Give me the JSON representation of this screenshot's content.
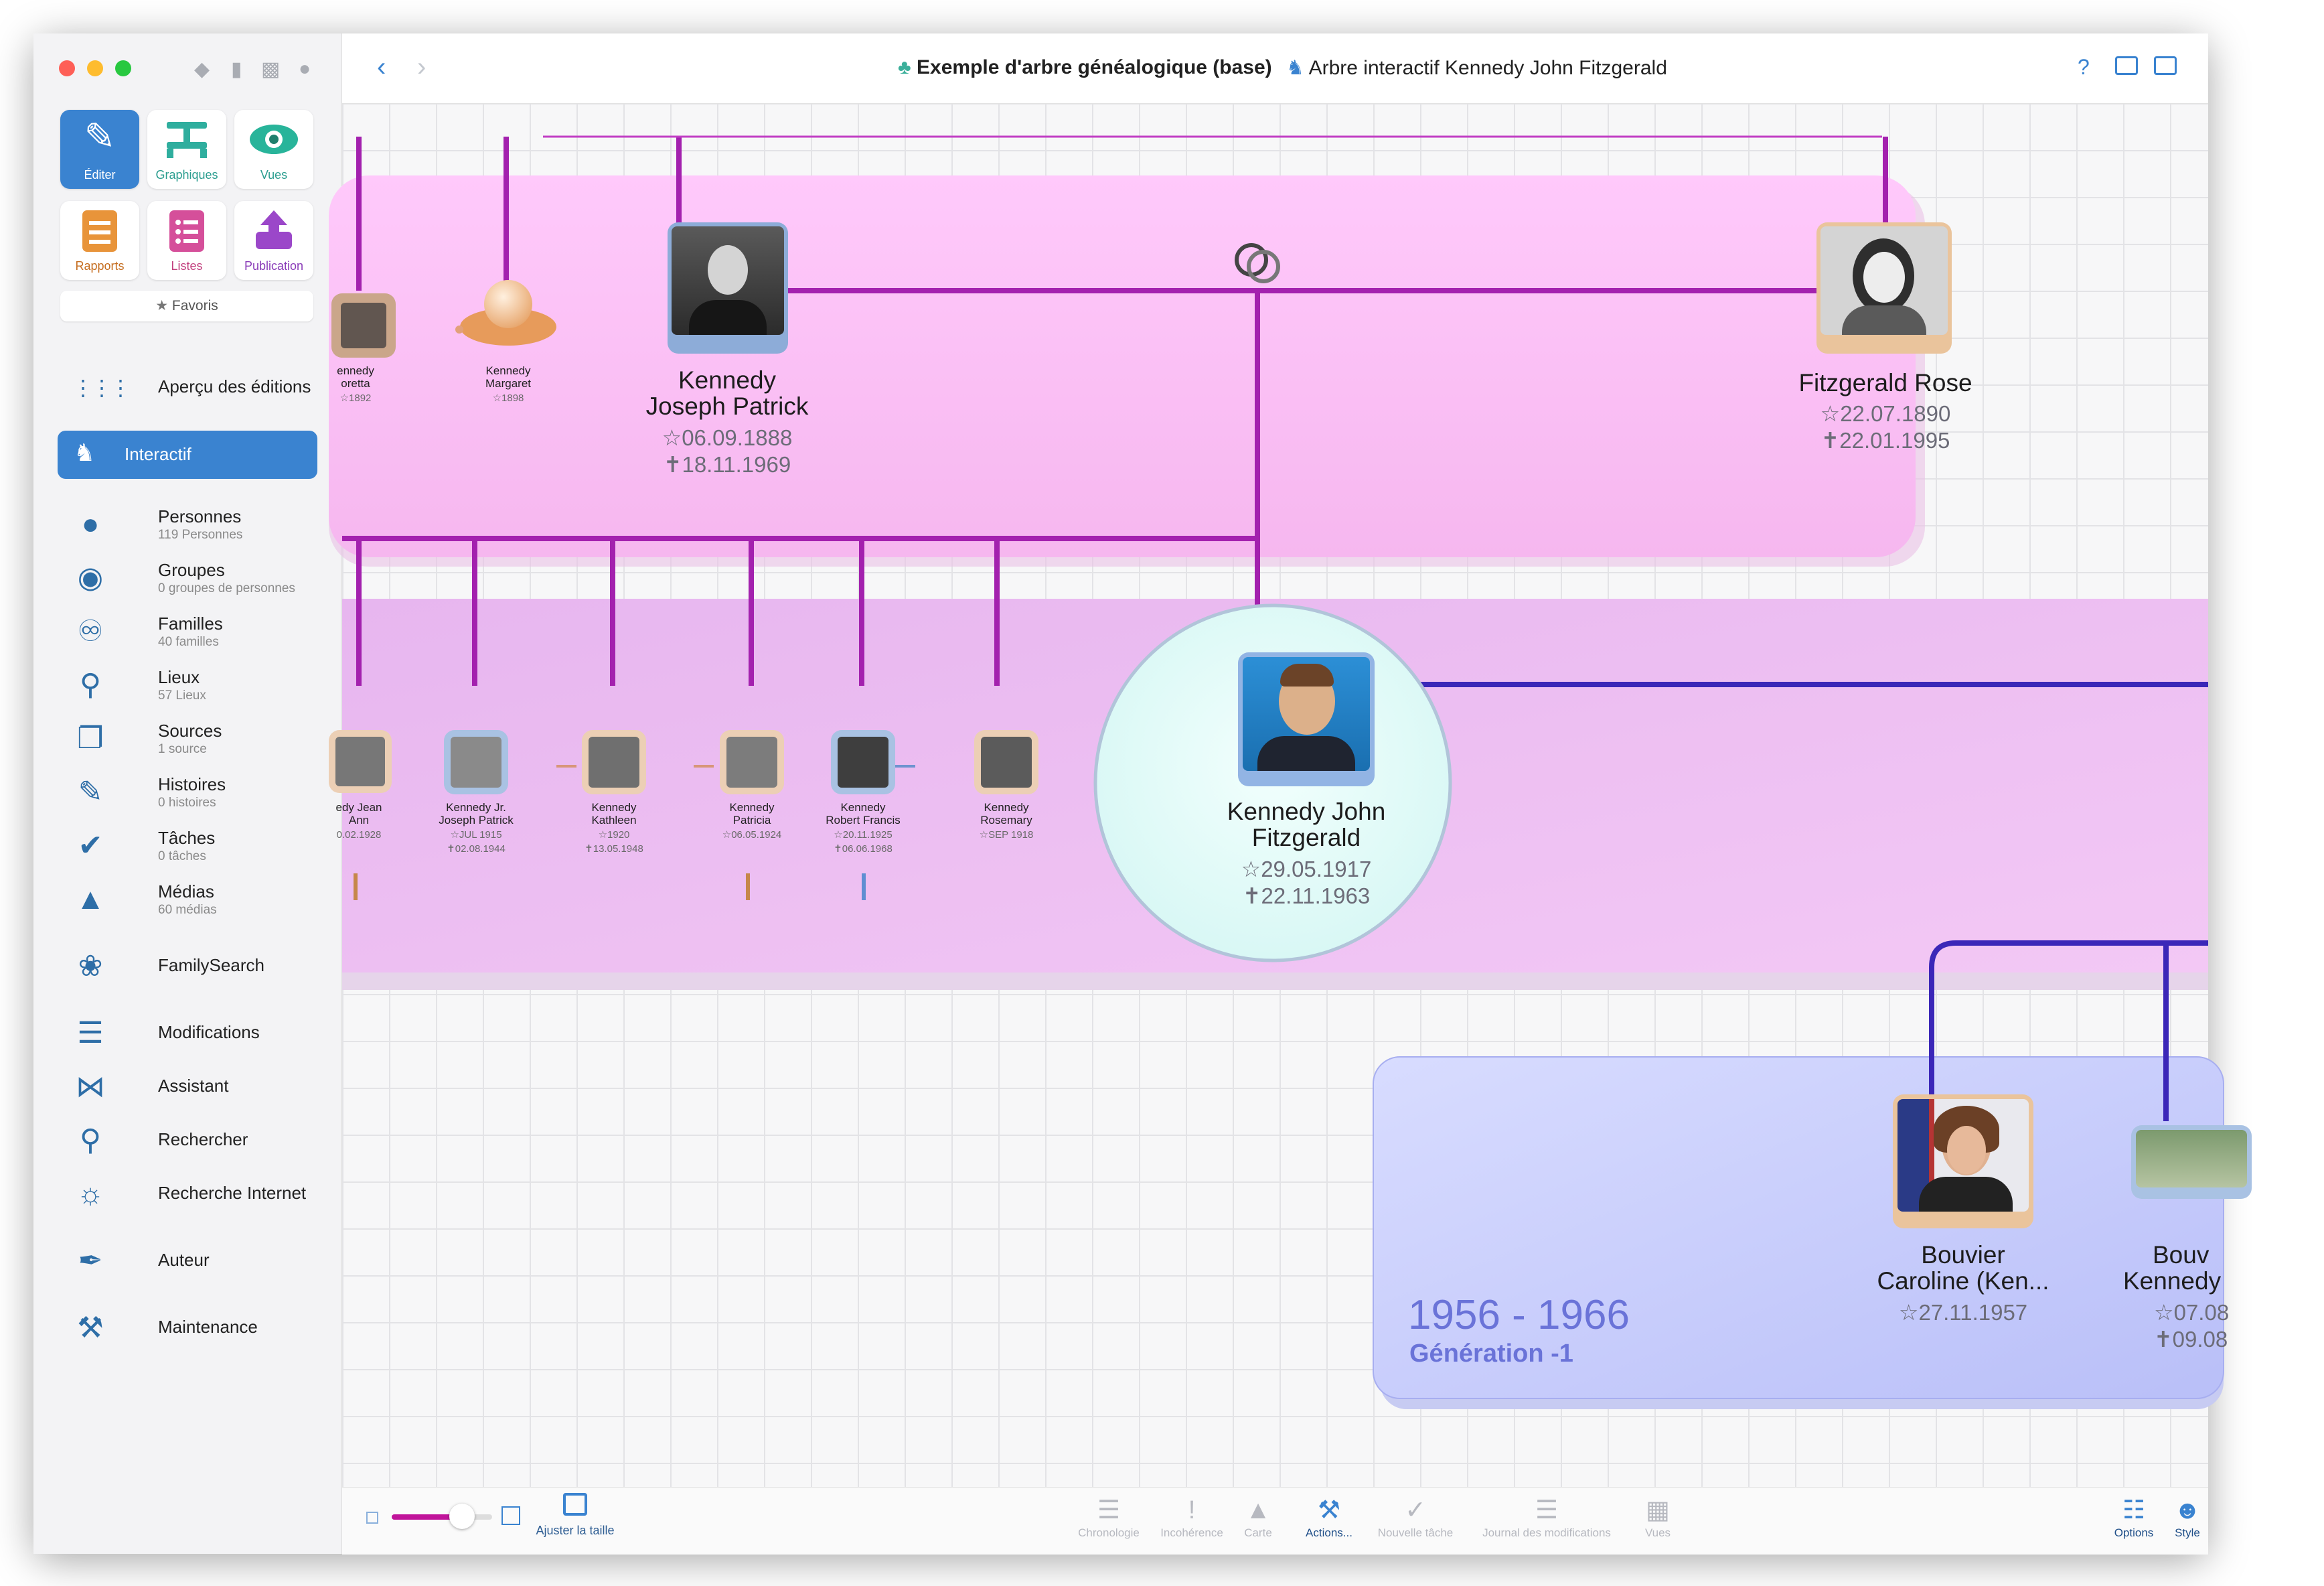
{
  "window": {
    "title": "Exemple d'arbre généalogique (base)",
    "subtitle": "Arbre interactif Kennedy John Fitzgerald",
    "toolbar_icons": [
      "tag-icon",
      "bookmark-icon",
      "car-icon",
      "globe-icon"
    ]
  },
  "sidebar": {
    "tiles": [
      {
        "label": "Éditer",
        "icon": "pencil-icon"
      },
      {
        "label": "Graphiques",
        "icon": "chart-tree-icon"
      },
      {
        "label": "Vues",
        "icon": "eye-icon"
      },
      {
        "label": "Rapports",
        "icon": "report-icon"
      },
      {
        "label": "Listes",
        "icon": "list-icon"
      },
      {
        "label": "Publication",
        "icon": "upload-icon"
      }
    ],
    "favorites_label": "Favoris",
    "overview_label": "Aperçu des éditions",
    "interactive_label": "Interactif",
    "items": [
      {
        "label": "Personnes",
        "sub": "119 Personnes"
      },
      {
        "label": "Groupes",
        "sub": "0 groupes de personnes"
      },
      {
        "label": "Familles",
        "sub": "40 familles"
      },
      {
        "label": "Lieux",
        "sub": "57 Lieux"
      },
      {
        "label": "Sources",
        "sub": "1 source"
      },
      {
        "label": "Histoires",
        "sub": "0 histoires"
      },
      {
        "label": "Tâches",
        "sub": "0  tâches"
      },
      {
        "label": "Médias",
        "sub": "60 médias"
      }
    ],
    "familysearch_label": "FamilySearch",
    "tools": [
      {
        "label": "Modifications"
      },
      {
        "label": "Assistant"
      },
      {
        "label": "Rechercher"
      },
      {
        "label": "Recherche Internet"
      }
    ],
    "author_label": "Auteur",
    "maintenance_label": "Maintenance"
  },
  "tree": {
    "parents": {
      "father": {
        "name1": "Kennedy",
        "name2": "Joseph Patrick",
        "birth": "06.09.1888",
        "death": "18.11.1969"
      },
      "mother": {
        "name1": "Fitzgerald Rose",
        "birth": "22.07.1890",
        "death": "22.01.1995"
      },
      "aunts": [
        {
          "name1": "ennedy",
          "name2": "oretta",
          "date": "1892"
        },
        {
          "name1": "Kennedy",
          "name2": "Margaret",
          "date": "1898"
        }
      ]
    },
    "focus": {
      "name1": "Kennedy John",
      "name2": "Fitzgerald",
      "birth": "29.05.1917",
      "death": "22.11.1963"
    },
    "siblings": [
      {
        "name1": "edy Jean",
        "name2": "Ann",
        "birth": "0.02.1928",
        "death": ""
      },
      {
        "name1": "Kennedy Jr.",
        "name2": "Joseph Patrick",
        "birth": "JUL 1915",
        "death": "02.08.1944"
      },
      {
        "name1": "Kennedy",
        "name2": "Kathleen",
        "birth": "1920",
        "death": "13.05.1948"
      },
      {
        "name1": "Kennedy",
        "name2": "Patricia",
        "birth": "06.05.1924",
        "death": ""
      },
      {
        "name1": "Kennedy",
        "name2": "Robert Francis",
        "birth": "20.11.1925",
        "death": "06.06.1968"
      },
      {
        "name1": "Kennedy",
        "name2": "Rosemary",
        "birth": "SEP 1918",
        "death": ""
      }
    ],
    "generation": {
      "range": "1956 - 1966",
      "label": "Génération -1"
    },
    "children": [
      {
        "name1": "Bouvier",
        "name2": "Caroline (Ken...",
        "birth": "27.11.1957",
        "death": ""
      },
      {
        "name1": "Bouv",
        "name2": "Kennedy",
        "birth": "07.08",
        "death": "09.08"
      }
    ]
  },
  "bottombar": {
    "fit_label": "Ajuster la taille",
    "zoom_level": 0.7,
    "actions": [
      "Chronologie",
      "Incohérence",
      "Carte",
      "Actions...",
      "Nouvelle tâche",
      "Journal des modifications",
      "Vues"
    ],
    "right": [
      "Options",
      "Style"
    ]
  },
  "colors": {
    "accent": "#3a83d0",
    "line": "#9c1fa8",
    "parent_band": "#fbc4f3",
    "child_band": "#eebaf4",
    "generation_band": "#c4c9fb"
  }
}
